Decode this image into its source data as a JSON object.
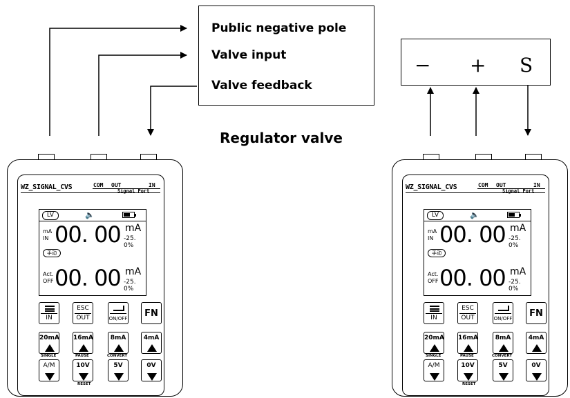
{
  "valve_panel": {
    "lines": [
      "Public negative pole",
      "Valve input",
      "Valve feedback"
    ],
    "title": "Regulator valve"
  },
  "terminal_block": {
    "terminals": [
      "−",
      "+",
      "S"
    ]
  },
  "device": {
    "brand": "WZ_SIGNAL_CVS",
    "port_labels": {
      "com": "COM",
      "out": "OUT",
      "in": "IN",
      "signal_port": "Signal Port"
    },
    "screen": {
      "mode_badge": "LV",
      "speaker_icon": "speaker-icon",
      "battery_icon": "battery-icon",
      "ch1": {
        "label_top": "mA",
        "label_bottom": "IN",
        "value": "00. 00",
        "unit": "mA",
        "percent": "-25. 0%"
      },
      "manual_badge": "手动",
      "ch2": {
        "label_top": "Act.",
        "label_bottom": "OFF",
        "value": "00. 00",
        "unit": "mA",
        "percent": "-25. 0%"
      }
    },
    "keys_row1": [
      {
        "icon": "menu-icon",
        "bottom": "IN"
      },
      {
        "top": "ESC",
        "bottom": "OUT"
      },
      {
        "icon": "enter-icon",
        "bottom": "ON/OFF"
      },
      {
        "fn": "FN"
      }
    ],
    "keys_row2": [
      {
        "top": "20mA",
        "arrow": "up",
        "sub": "SINGLE"
      },
      {
        "top": "16mA",
        "arrow": "up",
        "sub": "PAUSE"
      },
      {
        "top": "8mA",
        "arrow": "up",
        "sub": "CONVERT"
      },
      {
        "top": "4mA",
        "arrow": "up"
      }
    ],
    "keys_row3": [
      {
        "top": "A/M",
        "arrow": "down"
      },
      {
        "top": "10V",
        "arrow": "down",
        "sub": "RESET"
      },
      {
        "top": "5V",
        "arrow": "down"
      },
      {
        "top": "0V",
        "arrow": "down"
      }
    ]
  }
}
